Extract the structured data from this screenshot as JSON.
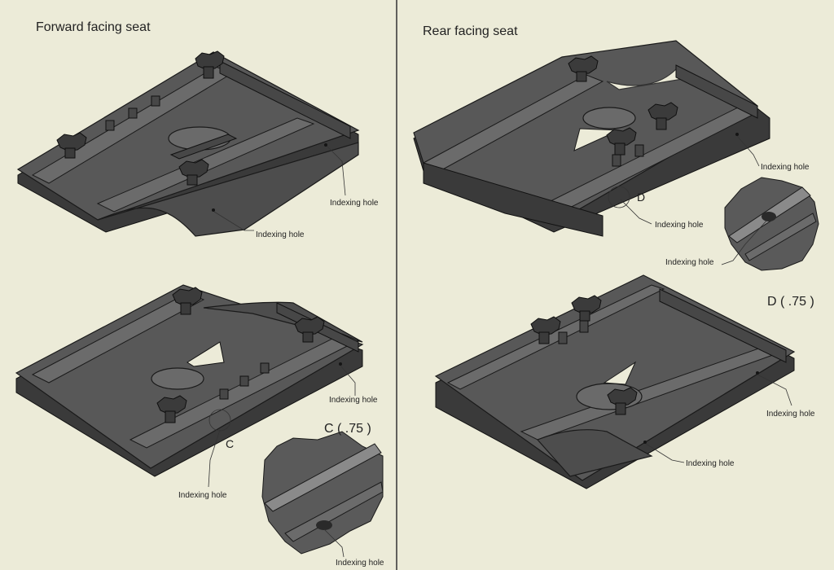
{
  "panels": {
    "left_title": "Forward facing seat",
    "right_title": "Rear facing seat"
  },
  "labels": {
    "indexing_hole": "Indexing hole"
  },
  "details": {
    "c_mark": "C",
    "c_scale": "C ( .75 )",
    "d_mark": "D",
    "d_scale": "D ( .75 )"
  }
}
